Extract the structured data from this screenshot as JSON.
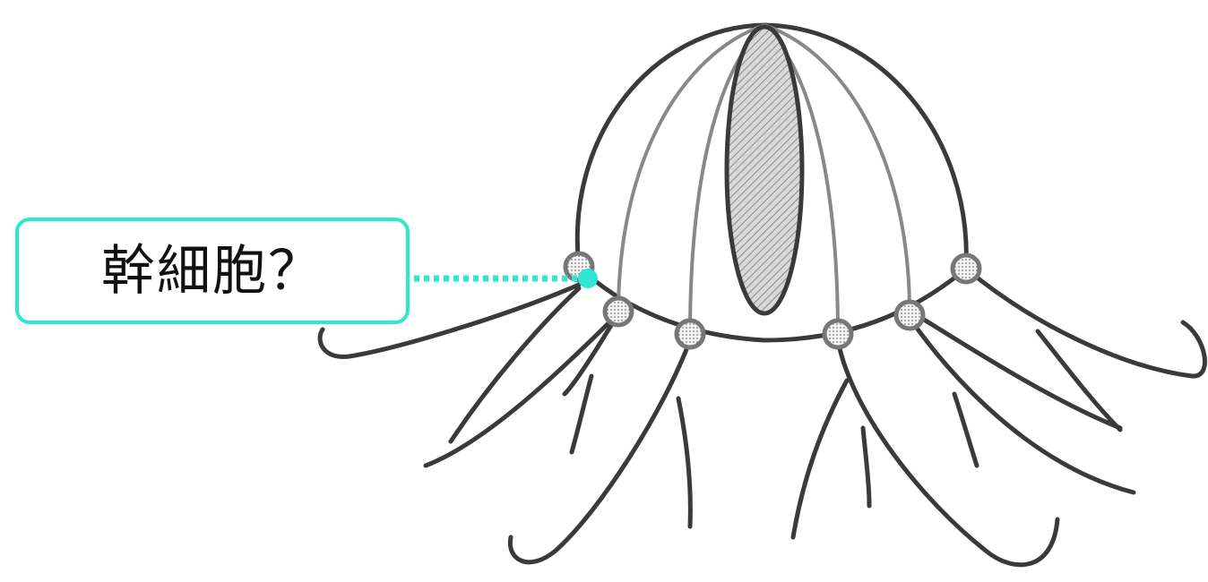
{
  "callout": {
    "label": "幹細胞？",
    "accent_color": "#2ee6d2"
  },
  "colors": {
    "outline": "#3a3a3a",
    "canal": "#888888",
    "accent": "#2ee6d2"
  },
  "icons": {
    "organ": "hatched-ellipse",
    "bulb": "dotted-circle"
  }
}
